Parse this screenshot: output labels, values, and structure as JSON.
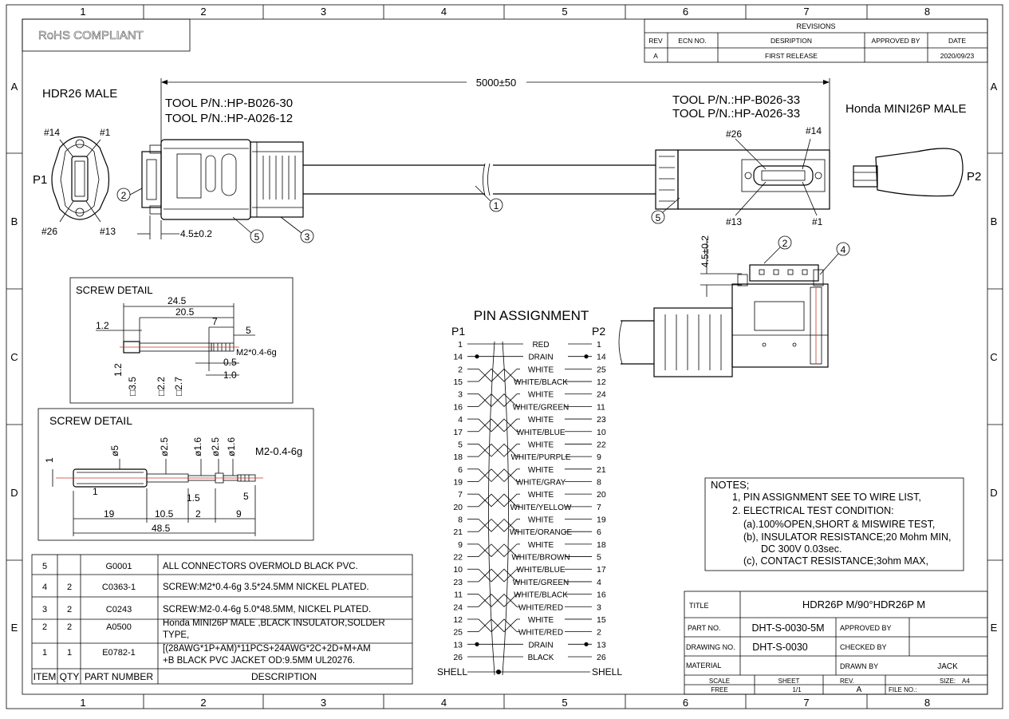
{
  "frame": {
    "columns": [
      "1",
      "2",
      "3",
      "4",
      "5",
      "6",
      "7",
      "8"
    ],
    "rows": [
      "A",
      "B",
      "C",
      "D",
      "E"
    ]
  },
  "rohs": "RoHS COMPLIANT",
  "revisions": {
    "title": "REVISIONS",
    "headers": [
      "REV",
      "ECN NO.",
      "DESRIPTION",
      "APPROVED BY",
      "DATE"
    ],
    "rows": [
      [
        "A",
        "",
        "FIRST RELEASE",
        "",
        "2020/09/23"
      ]
    ]
  },
  "p1": {
    "name": "HDR26 MALE",
    "label": "P1",
    "pins": [
      "#14",
      "#1",
      "#26",
      "#13"
    ],
    "tool1": "TOOL P/N.:HP-B026-30",
    "tool2": "TOOL P/N.:HP-A026-12",
    "dim": "4.5±0.2"
  },
  "p2": {
    "name": "Honda MINI26P MALE",
    "label": "P2",
    "pins": [
      "#26",
      "#14",
      "#13",
      "#1"
    ],
    "tool1": "TOOL P/N.:HP-B026-33",
    "tool2": "TOOL P/N.:HP-A026-33",
    "dim": "4.5±0.2"
  },
  "length": "5000±50",
  "balloons": [
    "1",
    "2",
    "3",
    "4",
    "5"
  ],
  "screw1": {
    "title": "SCREW DETAIL",
    "dims": [
      "24.5",
      "20.5",
      "1.2",
      "7",
      "5",
      "M2*0.4-6g",
      "0.5",
      "1.0",
      "1.2",
      "□3.5",
      "□2.2",
      "□2.7"
    ]
  },
  "screw2": {
    "title": "SCREW DETAIL",
    "dims": [
      "ø5",
      "ø2.5",
      "ø1.6",
      "ø2.5",
      "ø1.6",
      "M2-0.4-6g",
      "1",
      "1",
      "19",
      "10.5",
      "2",
      "9",
      "1.5",
      "5",
      "48.5"
    ]
  },
  "pin_assignment": {
    "title": "PIN  ASSIGNMENT",
    "p1_label": "P1",
    "p2_label": "P2",
    "rows": [
      {
        "p1": "1",
        "wire": "RED",
        "p2": "1"
      },
      {
        "p1": "14",
        "wire": "DRAIN",
        "p2": "14"
      },
      {
        "p1": "2",
        "wire": "WHITE",
        "p2": "25"
      },
      {
        "p1": "15",
        "wire": "WHITE/BLACK",
        "p2": "12"
      },
      {
        "p1": "3",
        "wire": "WHITE",
        "p2": "24"
      },
      {
        "p1": "16",
        "wire": "WHITE/GREEN",
        "p2": "11"
      },
      {
        "p1": "4",
        "wire": "WHITE",
        "p2": "23"
      },
      {
        "p1": "17",
        "wire": "WHITE/BLUE",
        "p2": "10"
      },
      {
        "p1": "5",
        "wire": "WHITE",
        "p2": "22"
      },
      {
        "p1": "18",
        "wire": "WHITE/PURPLE",
        "p2": "9"
      },
      {
        "p1": "6",
        "wire": "WHITE",
        "p2": "21"
      },
      {
        "p1": "19",
        "wire": "WHITE/GRAY",
        "p2": "8"
      },
      {
        "p1": "7",
        "wire": "WHITE",
        "p2": "20"
      },
      {
        "p1": "20",
        "wire": "WHITE/YELLOW",
        "p2": "7"
      },
      {
        "p1": "8",
        "wire": "WHITE",
        "p2": "19"
      },
      {
        "p1": "21",
        "wire": "WHITE/ORANGE",
        "p2": "6"
      },
      {
        "p1": "9",
        "wire": "WHITE",
        "p2": "18"
      },
      {
        "p1": "22",
        "wire": "WHITE/BROWN",
        "p2": "5"
      },
      {
        "p1": "10",
        "wire": "WHITE/BLUE",
        "p2": "17"
      },
      {
        "p1": "23",
        "wire": "WHITE/GREEN",
        "p2": "4"
      },
      {
        "p1": "11",
        "wire": "WHITE/BLACK",
        "p2": "16"
      },
      {
        "p1": "24",
        "wire": "WHITE/RED",
        "p2": "3"
      },
      {
        "p1": "12",
        "wire": "WHITE",
        "p2": "15"
      },
      {
        "p1": "25",
        "wire": "WHITE/RED",
        "p2": "2"
      },
      {
        "p1": "13",
        "wire": "DRAIN",
        "p2": "13"
      },
      {
        "p1": "26",
        "wire": "BLACK",
        "p2": "26"
      }
    ],
    "shell_left": "SHELL",
    "shell_right": "SHELL"
  },
  "notes": {
    "title": "NOTES;",
    "lines": [
      "1, PIN ASSIGNMENT SEE TO WIRE LIST,",
      "2. ELECTRICAL TEST CONDITION:",
      "(a).100%OPEN,SHORT & MISWIRE TEST,",
      "(b), INSULATOR RESISTANCE;20 Mohm MIN,",
      "DC 300V 0.03sec.",
      "(c), CONTACT RESISTANCE;3ohm MAX,"
    ]
  },
  "bom": {
    "headers": [
      "ITEM",
      "QTY",
      "PART NUMBER",
      "DESCRIPTION"
    ],
    "rows": [
      {
        "item": "5",
        "qty": "",
        "pn": "G0001",
        "desc1": "ALL CONNECTORS OVERMOLD BLACK PVC.",
        "desc2": ""
      },
      {
        "item": "4",
        "qty": "2",
        "pn": "C0363-1",
        "desc1": "SCREW:M2*0.4-6g 3.5*24.5MM NICKEL PLATED.",
        "desc2": ""
      },
      {
        "item": "3",
        "qty": "2",
        "pn": "C0243",
        "desc1": "SCREW:M2-0.4-6g 5.0*48.5MM, NICKEL PLATED.",
        "desc2": ""
      },
      {
        "item": "2",
        "qty": "2",
        "pn": "A0500",
        "desc1": "Honda MINI26P MALE ,BLACK INSULATOR,SOLDER",
        "desc2": "TYPE,"
      },
      {
        "item": "1",
        "qty": "1",
        "pn": "E0782-1",
        "desc1": "[(28AWG*1P+AM)*11PCS+24AWG*2C+2D+M+AM",
        "desc2": "+B BLACK PVC JACKET OD:9.5MM UL20276."
      }
    ]
  },
  "title_block": {
    "title_label": "TITLE",
    "title": "HDR26P M/90°HDR26P M",
    "part_no_label": "PART NO.",
    "part_no": "DHT-S-0030-5M",
    "approved_by_label": "APPROVED BY",
    "drawing_no_label": "DRAWING NO.",
    "drawing_no": "DHT-S-0030",
    "checked_by_label": "CHECKED BY",
    "material_label": "MATERIAL",
    "drawn_by_label": "DRAWN BY",
    "drawn_by": "JACK",
    "scale_label": "SCALE",
    "scale": "FREE",
    "sheet_label": "SHEET",
    "sheet": "1/1",
    "rev_label": "REV.",
    "rev": "A",
    "size_label": "SIZE:",
    "size": "A4",
    "file_no_label": "FILE NO.:"
  }
}
